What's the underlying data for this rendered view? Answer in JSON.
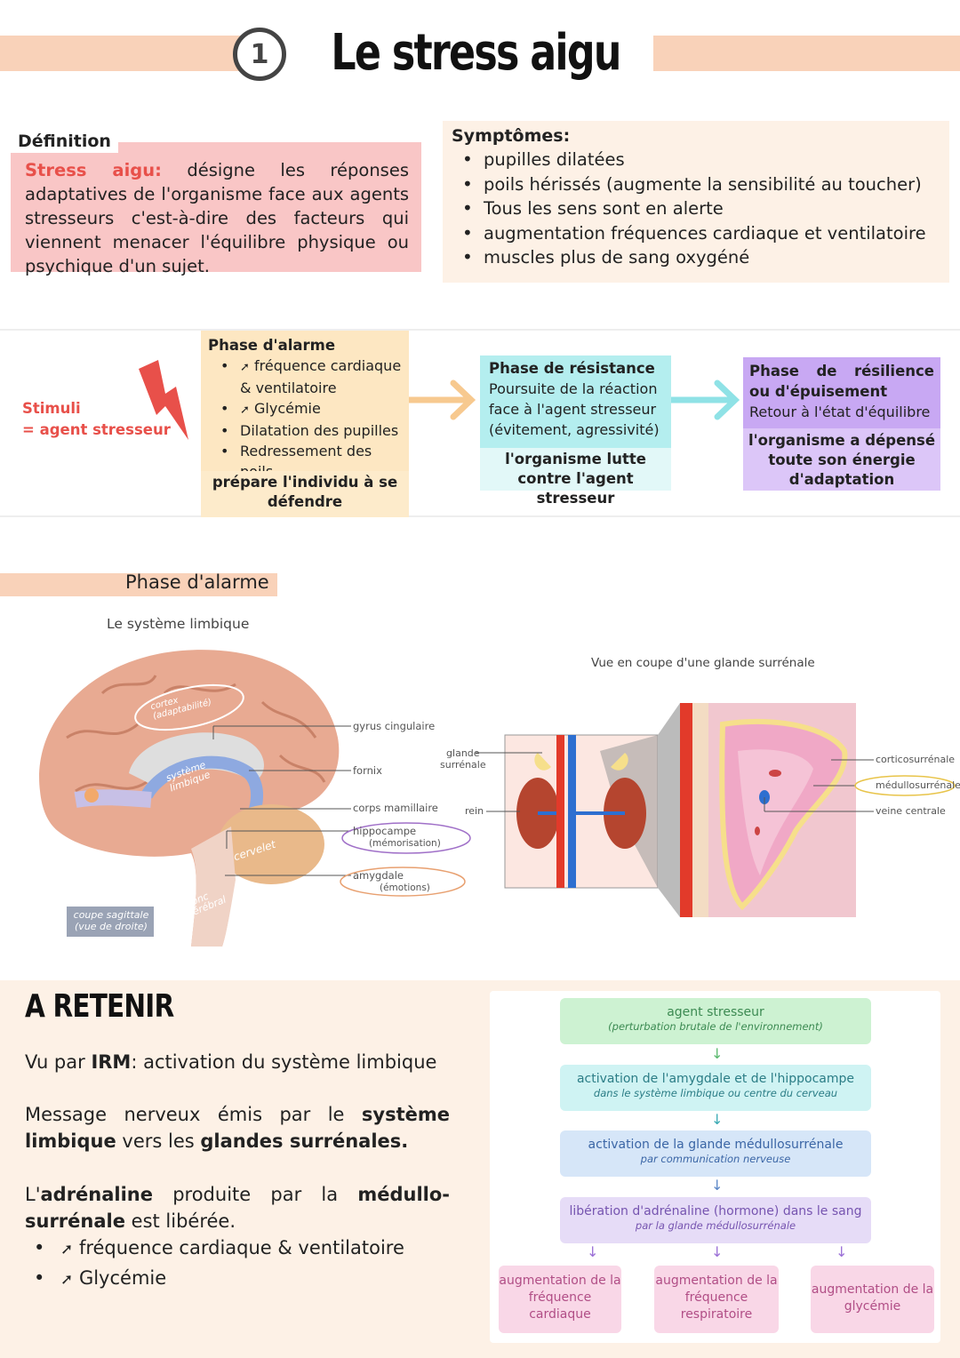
{
  "header": {
    "number": "1",
    "title": "Le stress aigu"
  },
  "definition": {
    "label": "Définition",
    "term": "Stress aigu:",
    "text": " désigne les réponses adaptatives de l'organisme face aux agents stresseurs c'est-à-dire des facteurs qui viennent menacer l'équilibre physique ou psychique d'un sujet."
  },
  "symptoms": {
    "title": "Symptômes:",
    "items": [
      "pupilles dilatées",
      " poils hérissés (augmente la sensibilité au toucher)",
      "Tous les sens sont en alerte",
      "augmentation fréquences cardiaque et ventilatoire",
      " muscles plus de sang oxygéné"
    ]
  },
  "phases": {
    "stimuli": [
      "Stimuli",
      "= agent stresseur"
    ],
    "alarm": {
      "title": "Phase d'alarme",
      "items": [
        "fréquence cardiaque & ventilatoire",
        "Glycémie",
        "Dilatation des pupilles",
        "Redressement des poils"
      ],
      "footer": "prépare l'individu à se défendre"
    },
    "resistance": {
      "title": "Phase de résistance",
      "body": "Poursuite de la réaction face à l'agent stresseur (évitement, agressivité)",
      "footer": "l'organisme lutte contre l'agent stresseur"
    },
    "exhaustion": {
      "title": "Phase de résilience ou d'épuisement",
      "body": "Retour à l'état d'équilibre",
      "footer": "l'organisme a dépensé toute son énergie d'adaptation"
    }
  },
  "alarm_section": {
    "heading": "Phase d'alarme",
    "limbic_title": "Le système limbique",
    "brain_labels": {
      "cortex": "cortex",
      "cortex_sub": "(adaptabilité)",
      "limbic": "système",
      "limbic2": "limbique",
      "cervelet": "cervelet",
      "tronc": "tronc",
      "tronc2": "cérébral",
      "gyrus": "gyrus cingulaire",
      "fornix": "fornix",
      "corps": "corps mamillaire",
      "hippo": "hippocampe",
      "hippo_sub": "(mémorisation)",
      "amyg": "amygdale",
      "amyg_sub": "(émotions)",
      "coupe": "coupe sagittale",
      "coupe_sub": "(vue de droite)"
    },
    "adrenal_title": "Vue en coupe d'une glande surrénale",
    "adrenal_labels": {
      "glande": "glande",
      "glande2": "surrénale",
      "rein": "rein",
      "cortico": "corticosurrénale",
      "medullo": "médullosurrénale",
      "veine": "veine centrale"
    }
  },
  "retenir": {
    "title": "A RETENIR",
    "p1_pre": "Vu par ",
    "p1_bold": "IRM",
    "p1_post": ": activation du système limbique",
    "p2_pre": "Message nerveux émis par le ",
    "p2_bold1": "système limbique",
    "p2_mid": " vers les ",
    "p2_bold2": "glandes surrénales.",
    "p3_pre": "L'",
    "p3_bold1": "adrénaline",
    "p3_mid": " produite par la ",
    "p3_bold2": "médullo-surrénale",
    "p3_post": " est libérée.",
    "items": [
      "fréquence cardiaque & ventilatoire",
      "Glycémie"
    ]
  },
  "flow": {
    "steps": [
      {
        "main": "agent stresseur",
        "sub": "(perturbation brutale de l'environnement)"
      },
      {
        "main": "activation de l'amygdale et de l'hippocampe",
        "sub": "dans le système limbique ou centre du cerveau"
      },
      {
        "main": "activation de la glande médullosurrénale",
        "sub": "par communication nerveuse"
      },
      {
        "main": "libération d'adrénaline (hormone) dans le sang",
        "sub": "par la glande médullosurrénale"
      }
    ],
    "outcomes": [
      "augmentation de la fréquence cardiaque",
      "augmentation de la fréquence respiratoire",
      "augmentation de la glycémie"
    ]
  },
  "colors": {
    "peach": "#f9d2b9",
    "pink": "#f9c6c6",
    "red": "#e8504a",
    "alarm": "#fde7c2",
    "resistance": "#b4eeef",
    "exhaustion": "#c8a8f3"
  }
}
